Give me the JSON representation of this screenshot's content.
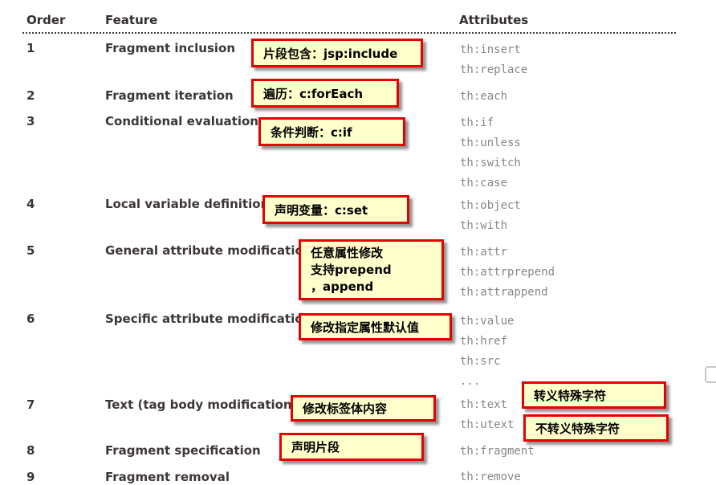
{
  "table": {
    "headers": [
      "Order",
      "Feature",
      "Attributes"
    ],
    "rows": [
      {
        "order": "1",
        "feature": "Fragment inclusion",
        "attributes": [
          "th:insert",
          "th:replace"
        ]
      },
      {
        "order": "2",
        "feature": "Fragment iteration",
        "attributes": [
          "th:each"
        ]
      },
      {
        "order": "3",
        "feature": "Conditional evaluation",
        "attributes": [
          "th:if",
          "th:unless",
          "th:switch",
          "th:case"
        ]
      },
      {
        "order": "4",
        "feature": "Local variable definition",
        "attributes": [
          "th:object",
          "th:with"
        ]
      },
      {
        "order": "5",
        "feature": "General attribute modification",
        "attributes": [
          "th:attr",
          "th:attrprepend",
          "th:attrappend"
        ]
      },
      {
        "order": "6",
        "feature": "Specific attribute modification",
        "attributes": [
          "th:value",
          "th:href",
          "th:src",
          "..."
        ]
      },
      {
        "order": "7",
        "feature": "Text (tag body modification)",
        "attributes": [
          "th:text",
          "th:utext"
        ]
      },
      {
        "order": "8",
        "feature": "Fragment specification",
        "attributes": [
          "th:fragment"
        ]
      },
      {
        "order": "9",
        "feature": "Fragment removal",
        "attributes": [
          "th:remove"
        ]
      }
    ]
  },
  "callouts": [
    {
      "text": "片段包含：jsp:include"
    },
    {
      "text": "遍历：c:forEach"
    },
    {
      "text": "条件判断：c:if"
    },
    {
      "text": "声明变量：c:set"
    },
    {
      "lines": [
        "任意属性修改",
        "支持prepend",
        "，append"
      ]
    },
    {
      "text": "修改指定属性默认值"
    },
    {
      "text": "修改标签体内容"
    },
    {
      "text": "声明片段"
    },
    {
      "text": "转义特殊字符"
    },
    {
      "text": "不转义特殊字符"
    }
  ],
  "colors": {
    "callout_fill": "#ffffcc",
    "callout_border": "#e60000",
    "attribute_text": "#878787",
    "heading_text": "#332f2e"
  }
}
